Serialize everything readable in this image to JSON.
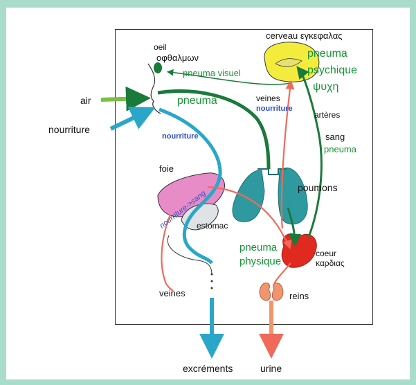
{
  "colors": {
    "background": "#a9dccb",
    "pneuma": "#169436",
    "nourriture": "#2a4fc7",
    "arrow_green": "#1a7a3a",
    "arrow_red": "#f06a5a",
    "arrow_blue": "#2aa7c8",
    "brain": "#f4ec3c",
    "liver": "#e88cc8",
    "lungs": "#2e9aa0",
    "heart": "#e0291f",
    "kidney": "#f0966e"
  },
  "labels": {
    "oeil": "oeil",
    "ophthalmon": "οφθαλμων",
    "pneuma_visuel": "pneuma visuel",
    "cerveau": "cerveau εγκεφαλας",
    "pneuma_psychique_1": "pneuma",
    "pneuma_psychique_2": "psychique",
    "psyche": "ψυχη",
    "air": "air",
    "pneuma": "pneuma",
    "veines_top": "veines",
    "nourriture_top": "nourriture",
    "arteres": "artères",
    "nourriture_left": "nourriture",
    "nourriture_blue": "nourriture",
    "sang": "sang",
    "pneuma_sang": "pneuma",
    "foie": "foie",
    "nourriture_sang": "nourriture->sang",
    "poumons": "poumons",
    "estomac": "estomac",
    "pneuma_physique_1": "pneuma",
    "pneuma_physique_2": "physique",
    "coeur": "coeur",
    "kardias": "καρδιας",
    "veines_bottom": "veines",
    "reins": "reins",
    "excrements": "excréments",
    "urine": "urine"
  }
}
